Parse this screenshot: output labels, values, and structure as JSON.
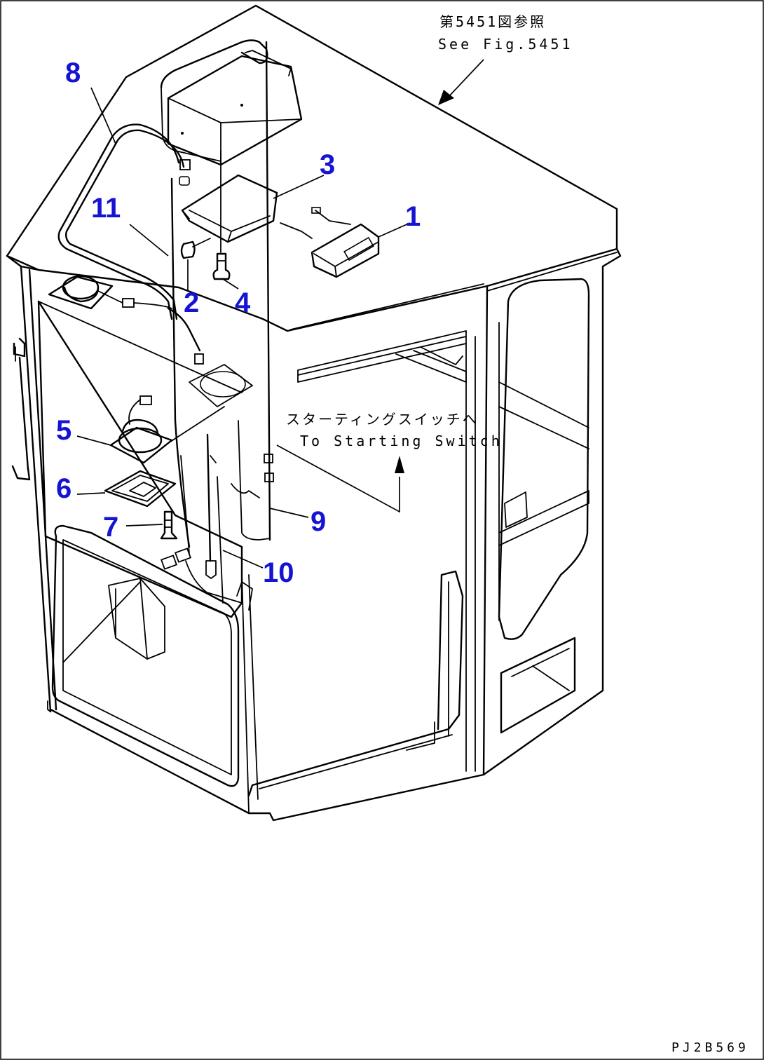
{
  "references": {
    "top_ref_jp": "第5451図参照",
    "top_ref_en": "See Fig.5451",
    "switch_ref_jp": "スターティングスイッチへ",
    "switch_ref_en": "To Starting Switch"
  },
  "callouts": [
    {
      "id": "1",
      "label": "1"
    },
    {
      "id": "2",
      "label": "2"
    },
    {
      "id": "3",
      "label": "3"
    },
    {
      "id": "4",
      "label": "4"
    },
    {
      "id": "5",
      "label": "5"
    },
    {
      "id": "6",
      "label": "6"
    },
    {
      "id": "7",
      "label": "7"
    },
    {
      "id": "8",
      "label": "8"
    },
    {
      "id": "9",
      "label": "9"
    },
    {
      "id": "10",
      "label": "10"
    },
    {
      "id": "11",
      "label": "11"
    }
  ],
  "drawing_code": "PJ2B569",
  "colors": {
    "callout": "#1414d2",
    "line": "#000000",
    "background": "#ffffff"
  }
}
